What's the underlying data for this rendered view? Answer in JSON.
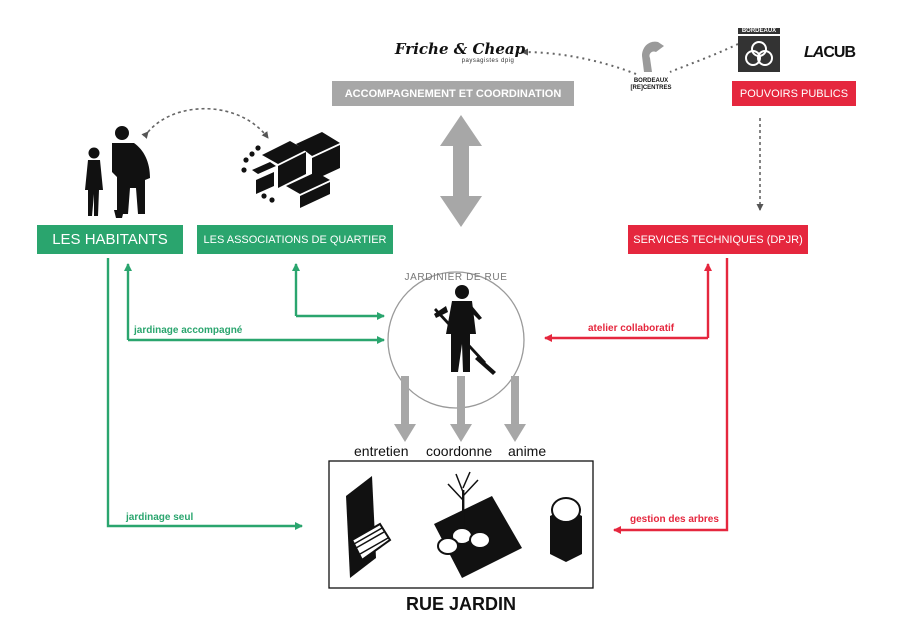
{
  "logos": {
    "friche_title": "Friche & Cheap",
    "friche_sub": "paysagistes dpig",
    "bordeaux_recentres_line1": "BORDEAUX",
    "bordeaux_recentres_line2": "[RE]CENTRES",
    "bordeaux_top": "BORDEAUX",
    "lacub_la": "LA",
    "lacub_cub": "CUB"
  },
  "boxes": {
    "coordination": "ACCOMPAGNEMENT ET COORDINATION",
    "pouvoirs": "POUVOIRS PUBLICS",
    "habitants": "LES HABITANTS",
    "associations": "LES ASSOCIATIONS DE QUARTIER",
    "services": "SERVICES TECHNIQUES (DPJR)"
  },
  "center": {
    "title": "JARDINIER DE RUE"
  },
  "actions": {
    "entretien": "entretien",
    "coordonne": "coordonne",
    "anime": "anime"
  },
  "links": {
    "jardinage_accompagne": "jardinage accompagné",
    "jardinage_seul": "jardinage seul",
    "atelier": "atelier collaboratif",
    "gestion": "gestion des arbres"
  },
  "result": {
    "title": "RUE JARDIN"
  },
  "colors": {
    "green": "#2aa56e",
    "red": "#e5273e",
    "grey": "#a7a7a7"
  }
}
